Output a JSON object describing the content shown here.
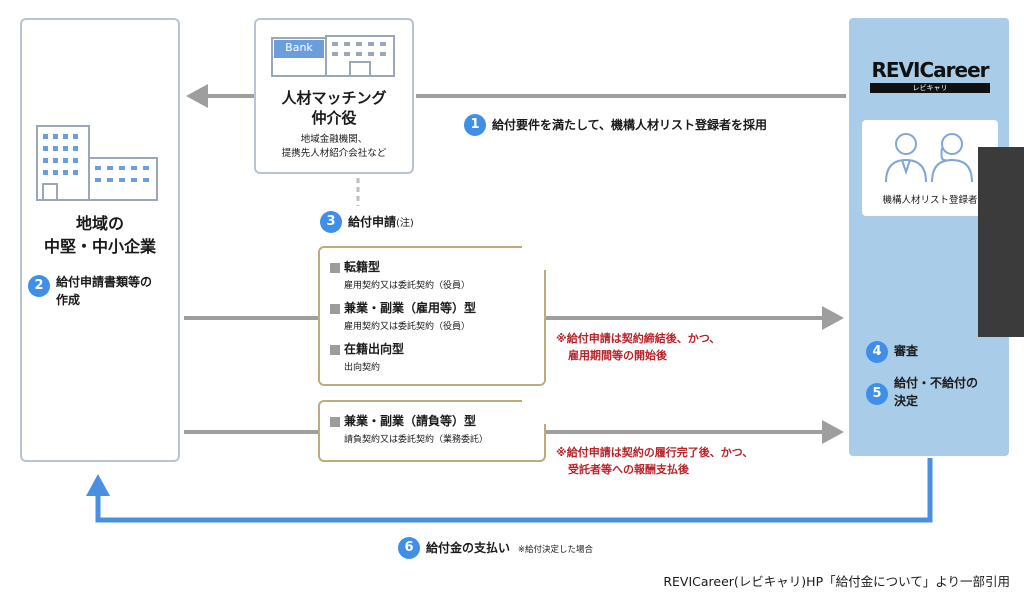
{
  "left_box": {
    "title_line1": "地域の",
    "title_line2": "中堅・中小企業"
  },
  "mid_box": {
    "bank_label": "Bank",
    "title_line1": "人材マッチング",
    "title_line2": "仲介役",
    "sub_line1": "地域金融機関、",
    "sub_line2": "提携先人材紹介会社など"
  },
  "right_box": {
    "logo_main": "REVICareer",
    "logo_sub": "レビキャリ",
    "card_label": "機構人材リスト登録者"
  },
  "steps": [
    {
      "num": "1",
      "label": "給付要件を満たして、機構人材リスト登録者を採用"
    },
    {
      "num": "2",
      "label_line1": "給付申請書類等の",
      "label_line2": "作成"
    },
    {
      "num": "3",
      "label": "給付申請",
      "note": "(注)"
    },
    {
      "num": "4",
      "label": "審査"
    },
    {
      "num": "5",
      "label_line1": "給付・不給付の",
      "label_line2": "決定"
    },
    {
      "num": "6",
      "label": "給付金の支払い",
      "note": "※給付決定した場合"
    }
  ],
  "doc1": [
    {
      "type": "転籍型",
      "contract": "雇用契約又は委託契約（役員）"
    },
    {
      "type": "兼業・副業（雇用等）型",
      "contract": "雇用契約又は委託契約（役員）"
    },
    {
      "type": "在籍出向型",
      "contract": "出向契約"
    }
  ],
  "doc2": [
    {
      "type": "兼業・副業（請負等）型",
      "contract": "請負契約又は委託契約（業務委託）"
    }
  ],
  "note1": {
    "line1": "※給付申請は契約締結後、かつ、",
    "line2": "雇用期間等の開始後"
  },
  "note2": {
    "line1": "※給付申請は契約の履行完了後、かつ、",
    "line2": "受託者等への報酬支払後"
  },
  "source": "REVICareer(レビキャリ)HP「給付金について」より一部引用",
  "colors": {
    "arrow_gray": "#9e9e9e",
    "arrow_blue": "#4a90e2",
    "right_panel": "#a9cde9",
    "number_badge": "#3f8ee8",
    "note_red": "#b8232a",
    "doc_border": "#c0aa7c"
  }
}
